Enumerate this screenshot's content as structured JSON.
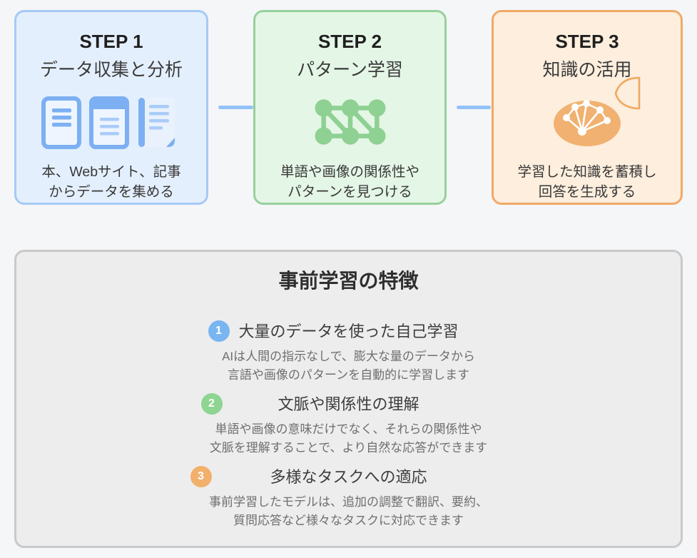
{
  "steps": [
    {
      "title": "STEP 1",
      "subtitle": "データ収集と分析",
      "desc_line1": "本、Webサイト、記事",
      "desc_line2": "からデータを集める",
      "icon": "documents-icon",
      "accent_color": "#a6c9f6",
      "fill_color": "#e4effd"
    },
    {
      "title": "STEP 2",
      "subtitle": "パターン学習",
      "desc_line1": "単語や画像の関係性や",
      "desc_line2": "パターンを見つける",
      "icon": "network-icon",
      "accent_color": "#97d09c",
      "fill_color": "#e4f6e6"
    },
    {
      "title": "STEP 3",
      "subtitle": "知識の活用",
      "desc_line1": "学習した知識を蓄積し",
      "desc_line2": "回答を生成する",
      "icon": "brain-icon",
      "accent_color": "#f1a967",
      "fill_color": "#fdeedd"
    }
  ],
  "features": {
    "title": "事前学習の特徴",
    "items": [
      {
        "number": "1",
        "heading": "大量のデータを使った自己学習",
        "desc_line1": "AIは人間の指示なしで、膨大な量のデータから",
        "desc_line2": "言語や画像のパターンを自動的に学習します",
        "badge_color": "#79b5f1"
      },
      {
        "number": "2",
        "heading": "文脈や関係性の理解",
        "desc_line1": "単語や画像の意味だけでなく、それらの関係性や",
        "desc_line2": "文脈を理解することで、より自然な応答ができます",
        "badge_color": "#8ed492"
      },
      {
        "number": "3",
        "heading": "多様なタスクへの適応",
        "desc_line1": "事前学習したモデルは、追加の調整で翻訳、要約、",
        "desc_line2": "質問応答など様々なタスクに対応できます",
        "badge_color": "#f2b06d"
      }
    ]
  },
  "colors": {
    "page_background": "#f4f6f8",
    "connector": "#92c2f8",
    "doc_icon_blue": "#7cb0f2",
    "network_icon_green": "#8fd093",
    "brain_icon_orange": "#f1b170",
    "panel_background": "#ededed",
    "panel_border": "#c9c9c9"
  }
}
